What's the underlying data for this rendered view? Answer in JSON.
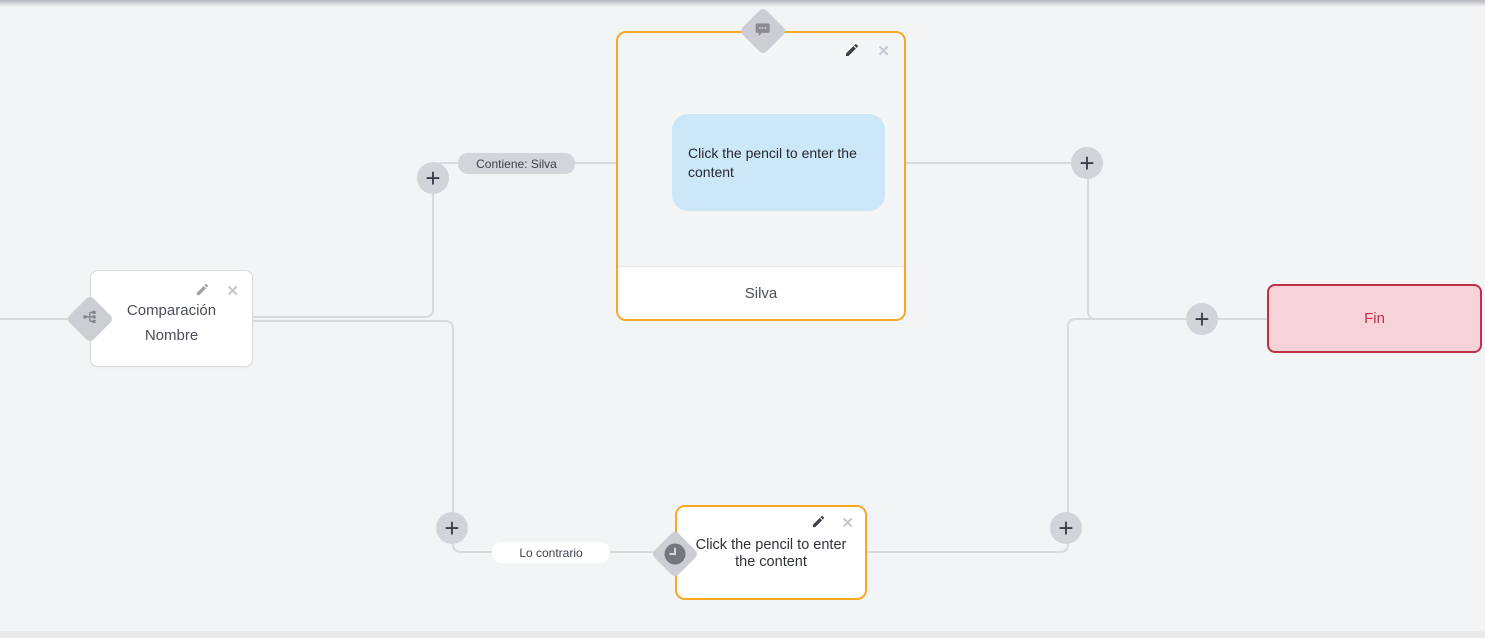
{
  "ui": {
    "add_glyph": "+",
    "close_glyph": "✕"
  },
  "edge_labels": {
    "contains": "Contiene: Silva",
    "otherwise": "Lo contrario"
  },
  "nodes": {
    "condition": {
      "title_line1": "Comparación",
      "title_line2": "Nombre",
      "icon": "sitemap-icon"
    },
    "message": {
      "content_placeholder": "Click the pencil to enter the content",
      "footer_label": "Silva",
      "icon": "chat-bubble-icon"
    },
    "delay": {
      "content_placeholder": "Click the pencil to enter the content",
      "icon": "clock-icon"
    },
    "end": {
      "label": "Fin"
    }
  },
  "colors": {
    "background": "#f3f4f6",
    "edge": "#d9dade",
    "orange_accent": "#f9a826",
    "red_accent": "#c2304a",
    "bubble_blue": "#cbe7f8"
  }
}
